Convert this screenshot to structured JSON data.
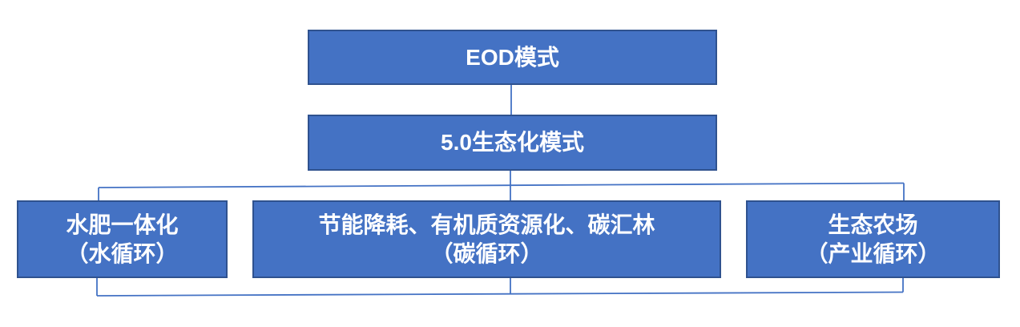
{
  "diagram": {
    "type": "flowchart",
    "colors": {
      "node_fill": "#4472C4",
      "node_border": "#2F528F",
      "connector": "#4472C4",
      "text": "#FFFFFF"
    },
    "nodes": {
      "eod": {
        "label": "EOD模式"
      },
      "mode": {
        "label": "5.0生态化模式"
      },
      "water": {
        "line1": "水肥一体化",
        "line2": "（水循环）"
      },
      "carbon": {
        "line1": "节能降耗、有机质资源化、碳汇林",
        "line2": "（碳循环）"
      },
      "farm": {
        "line1": "生态农场",
        "line2": "（产业循环）"
      }
    }
  }
}
